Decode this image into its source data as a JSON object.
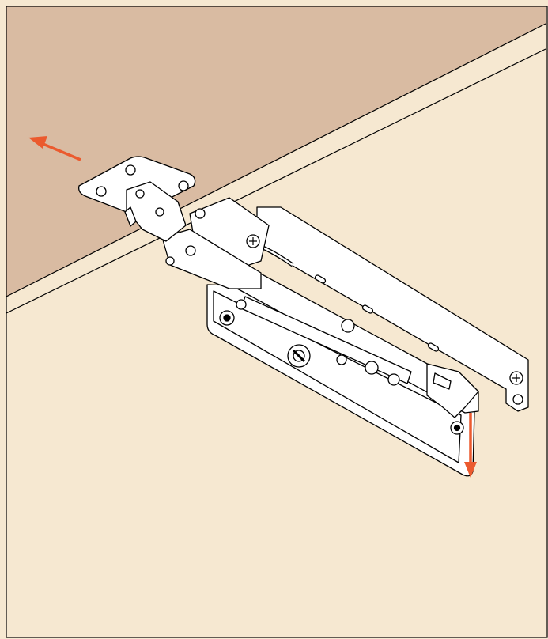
{
  "illustration": {
    "subject": "hinge-removal-step",
    "colors": {
      "door_panel": "#D9BBA2",
      "cabinet_side": "#F6E8D1",
      "outline": "#000000",
      "hinge_fill": "#FFFFFF",
      "arrow": "#EB5A2E"
    },
    "arrows": [
      {
        "name": "pull-out-arrow",
        "direction": "up-left"
      },
      {
        "name": "press-down-arrow",
        "direction": "down"
      }
    ]
  }
}
